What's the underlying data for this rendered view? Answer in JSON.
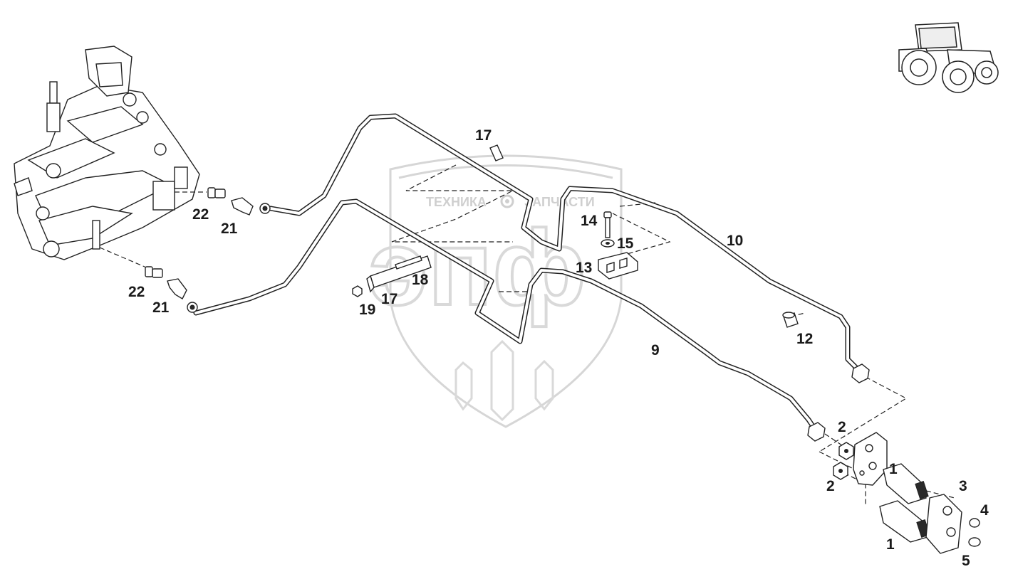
{
  "watermark": {
    "brand_left": "ТЕХНИКА",
    "brand_right": "ЗАПЧАСТИ",
    "logo_letters": "эпф",
    "gear_icon": "gear-icon"
  },
  "callouts": [
    {
      "id": "c1a",
      "text": "1"
    },
    {
      "id": "c1b",
      "text": "1"
    },
    {
      "id": "c2a",
      "text": "2"
    },
    {
      "id": "c2b",
      "text": "2"
    },
    {
      "id": "c3",
      "text": "3"
    },
    {
      "id": "c4",
      "text": "4"
    },
    {
      "id": "c5",
      "text": "5"
    },
    {
      "id": "c9",
      "text": "9"
    },
    {
      "id": "c10",
      "text": "10"
    },
    {
      "id": "c12",
      "text": "12"
    },
    {
      "id": "c13",
      "text": "13"
    },
    {
      "id": "c14",
      "text": "14"
    },
    {
      "id": "c15",
      "text": "15"
    },
    {
      "id": "c17a",
      "text": "17"
    },
    {
      "id": "c17b",
      "text": "17"
    },
    {
      "id": "c18",
      "text": "18"
    },
    {
      "id": "c19",
      "text": "19"
    },
    {
      "id": "c21a",
      "text": "21"
    },
    {
      "id": "c21b",
      "text": "21"
    },
    {
      "id": "c22a",
      "text": "22"
    },
    {
      "id": "c22b",
      "text": "22"
    }
  ]
}
